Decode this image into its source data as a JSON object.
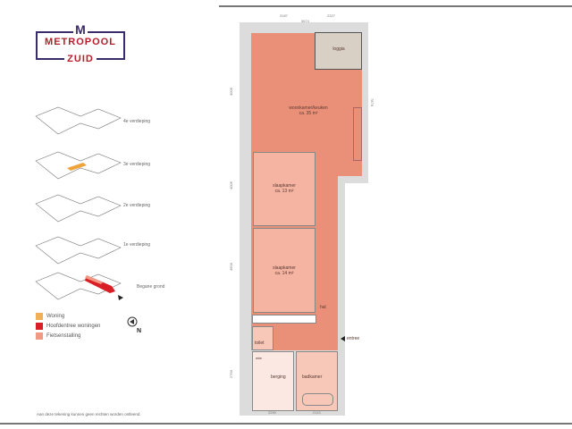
{
  "logo": {
    "letter": "M",
    "line1": "METROPOOL",
    "line2": "ZUID"
  },
  "floors": [
    {
      "label": "4e verdieping"
    },
    {
      "label": "3e verdieping"
    },
    {
      "label": "2e verdieping"
    },
    {
      "label": "1e verdieping"
    },
    {
      "label": "Begane grond"
    }
  ],
  "legend": [
    {
      "label": "Woning",
      "color": "#f0b057"
    },
    {
      "label": "Hoofdentree woningen",
      "color": "#d91e25"
    },
    {
      "label": "Fietsenstalling",
      "color": "#f09a84"
    }
  ],
  "disclaimer": "Aan deze tekening kunnen geen rechten worden ontleend.",
  "rooms": {
    "woonkamer": {
      "name": "woonkamer/keuken",
      "area": "ca. 35 m²"
    },
    "loggia": {
      "name": "loggia"
    },
    "slaapkamer1": {
      "name": "slaapkamer",
      "area": "ca. 13 m²"
    },
    "slaapkamer2": {
      "name": "slaapkamer",
      "area": "ca. 14 m²"
    },
    "hal": {
      "name": "hal"
    },
    "toilet": {
      "name": "toilet"
    },
    "berging": {
      "name": "berging"
    },
    "badkamer": {
      "name": "badkamer"
    },
    "entree": {
      "name": "entree"
    },
    "wtw": "wtw"
  },
  "dimensions": {
    "top_left": "3187",
    "top_total": "5674",
    "top_right": "2327",
    "left_1": "4006",
    "left_2": "4006",
    "left_3": "4600",
    "left_4": "2790",
    "right": "7876",
    "bottom_left": "2290",
    "bottom_right": "2113"
  },
  "colors": {
    "living": "#ea9079",
    "bedroom": "#f5b3a1",
    "loggia": "#d8d0c4",
    "storage": "#fbe8e2",
    "bath": "#f7c7b8",
    "wall": "#dcdcdc"
  }
}
